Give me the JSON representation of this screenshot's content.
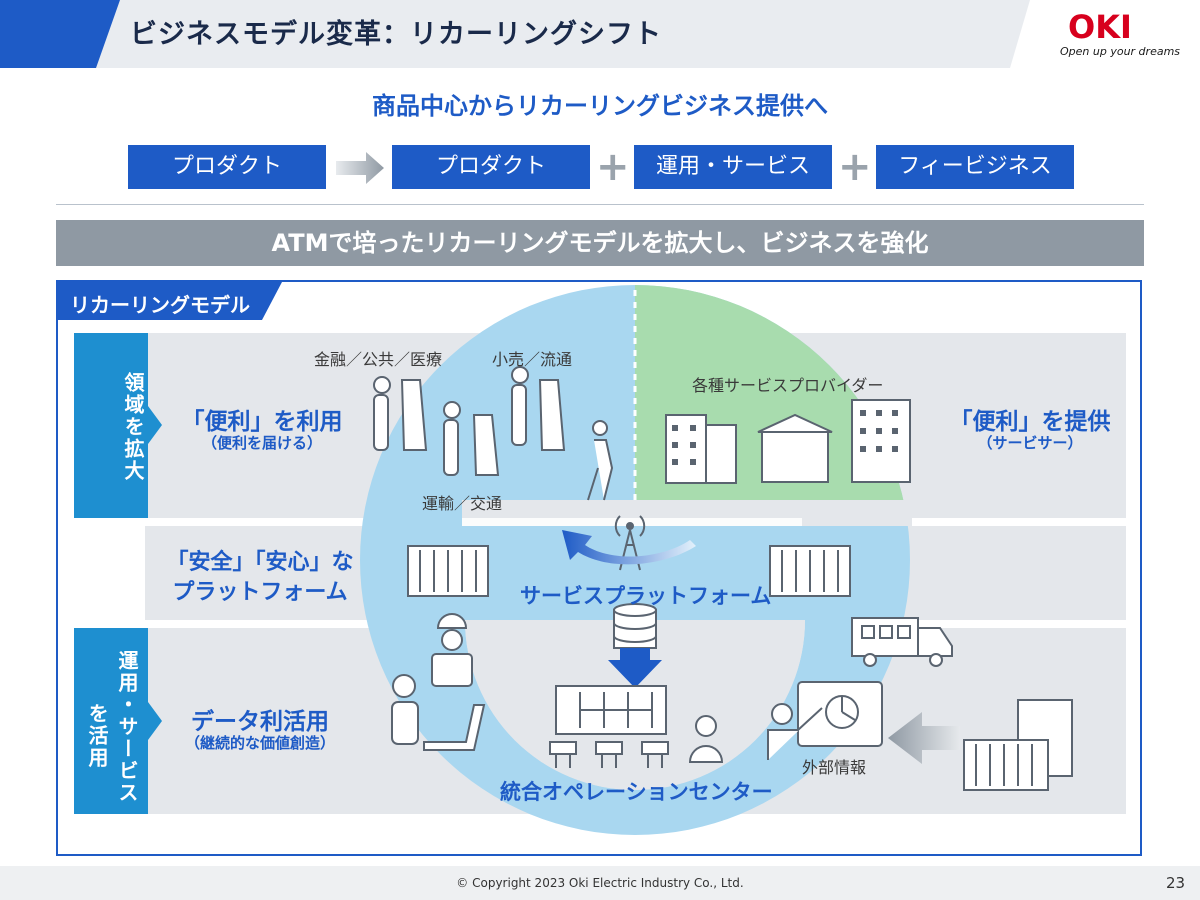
{
  "header": {
    "title": "ビジネスモデル変革：リカーリングシフト",
    "logo_text": "OKI",
    "logo_tagline": "Open up your dreams"
  },
  "subtitle": "商品中心からリカーリングビジネス提供へ",
  "flow": {
    "box1": "プロダクト",
    "box2": "プロダクト",
    "box3": "運用・サービス",
    "box4": "フィービジネス",
    "plus": "+"
  },
  "banner": "ATMで培ったリカーリングモデルを拡大し、ビジネスを強化",
  "model": {
    "label": "リカーリングモデル",
    "left_top": "領域を拡大",
    "left_bottom_col1": "運用・サービス",
    "left_bottom_col2": "を活用",
    "use_main": "「便利」を利用",
    "use_sub": "（便利を届ける）",
    "provide_main": "「便利」を提供",
    "provide_sub": "（サービサー）",
    "platform_main_l1": "「安全」「安心」な",
    "platform_main_l2": "プラットフォーム",
    "data_main": "データ利活用",
    "data_sub": "（継続的な価値創造）",
    "cat_finance": "金融／公共／医療",
    "cat_retail": "小売／流通",
    "cat_transport": "運輸／交通",
    "cat_providers": "各種サービスプロバイダー",
    "service_platform": "サービスプラットフォーム",
    "ops_center": "統合オペレーションセンター",
    "external_info": "外部情報"
  },
  "colors": {
    "brand_blue": "#1e5bc6",
    "light_blue": "#1e8fd0",
    "circle": "#a9d7f0",
    "green": "#a8dcae",
    "gray": "#8f99a3",
    "logo_red": "#d7001d"
  },
  "footer": {
    "copyright": "© Copyright 2023 Oki Electric Industry Co., Ltd.",
    "page": "23"
  }
}
